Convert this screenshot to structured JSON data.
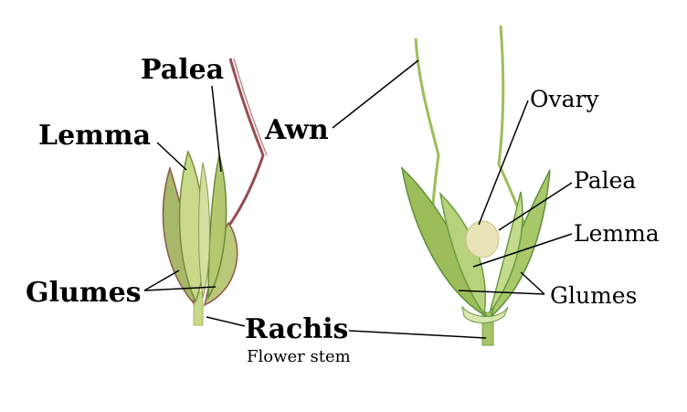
{
  "labels": {
    "left": {
      "palea": "Palea",
      "lemma": "Lemma",
      "glumes": "Glumes",
      "awn": "Awn",
      "rachis": "Rachis",
      "rachis_sub": "Flower stem"
    },
    "right": {
      "ovary": "Ovary",
      "palea": "Palea",
      "lemma": "Lemma",
      "glumes": "Glumes"
    }
  },
  "colors": {
    "leaf_light": "#c8d98a",
    "leaf_mid": "#9dbd5a",
    "leaf_dark": "#5e8f3a",
    "awn_red": "#9a4a52",
    "tip_red": "#b36a5a",
    "ovary_cream": "#e9e3b8",
    "line": "#000000"
  }
}
